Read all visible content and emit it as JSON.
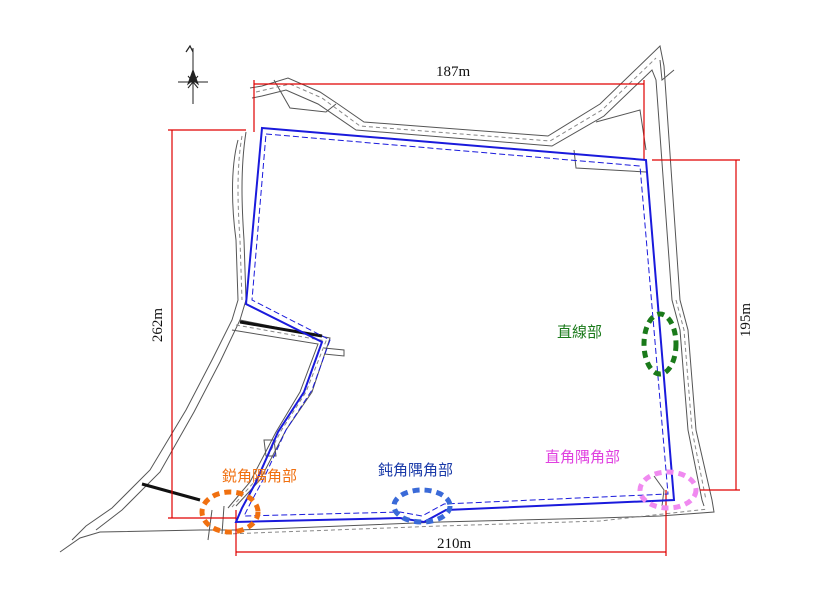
{
  "dimensions": {
    "top": "187m",
    "left": "262m",
    "right": "195m",
    "bottom": "210m"
  },
  "labels": {
    "straight": "直線部",
    "acute_corner": "鋭角隅角部",
    "obtuse_corner": "鈍角隅角部",
    "right_corner": "直角隅角部"
  },
  "colors": {
    "dimension_line": "#e00000",
    "boundary": "#1a1adc",
    "straight": "#1a7a1a",
    "acute_corner": "#f07010",
    "obtuse_corner": "#1a3aa8",
    "obtuse_marker": "#3a6ad8",
    "right_corner": "#e040e0",
    "right_marker": "#f08af0"
  }
}
